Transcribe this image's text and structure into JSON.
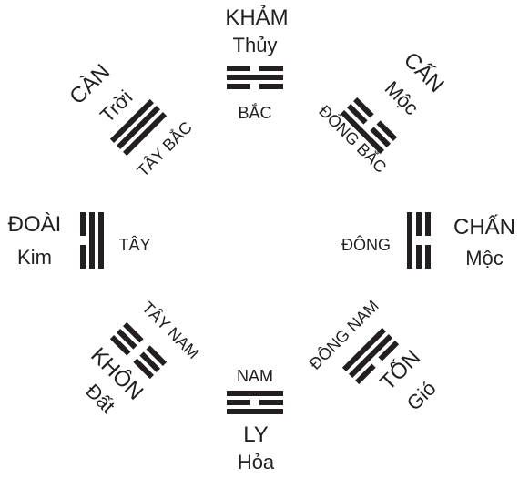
{
  "ink_color": "#231f20",
  "background_color": "#ffffff",
  "trigrams": [
    {
      "key": "kham",
      "name": "KHẢM",
      "element": "Thủy",
      "direction": "BẮC",
      "lines": [
        "broken",
        "solid",
        "broken"
      ]
    },
    {
      "key": "can-mountain",
      "name": "CẤN",
      "element": "Mộc",
      "direction": "ĐÔNG BẮC",
      "lines": [
        "broken",
        "broken",
        "solid"
      ]
    },
    {
      "key": "chan",
      "name": "CHẤN",
      "element": "Mộc",
      "direction": "ĐÔNG",
      "lines": [
        "broken",
        "broken",
        "solid"
      ]
    },
    {
      "key": "ton",
      "name": "TỐN",
      "element": "Gió",
      "direction": "ĐÔNG NAM",
      "lines": [
        "solid",
        "solid",
        "broken"
      ]
    },
    {
      "key": "ly",
      "name": "LY",
      "element": "Hỏa",
      "direction": "NAM",
      "lines": [
        "solid",
        "broken",
        "solid"
      ]
    },
    {
      "key": "khon",
      "name": "KHÔN",
      "element": "Đất",
      "direction": "TÂY NAM",
      "lines": [
        "broken",
        "broken",
        "broken"
      ]
    },
    {
      "key": "doai",
      "name": "ĐOÀI",
      "element": "Kim",
      "direction": "TÂY",
      "lines": [
        "solid",
        "solid",
        "broken"
      ]
    },
    {
      "key": "can-heaven",
      "name": "CÀN",
      "element": "Trời",
      "direction": "TÂY BẮC",
      "lines": [
        "solid",
        "solid",
        "solid"
      ]
    }
  ]
}
